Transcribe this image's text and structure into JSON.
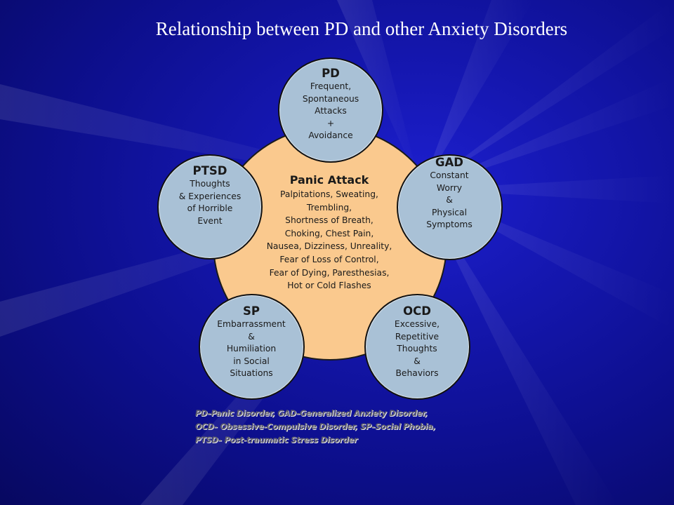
{
  "slide": {
    "title": "Relationship between PD and other Anxiety Disorders"
  },
  "diagram": {
    "center": {
      "heading": "Panic Attack",
      "lines": [
        "Palpitations, Sweating,",
        "Trembling,",
        "Shortness of Breath,",
        "Choking, Chest Pain,",
        "Nausea, Dizziness, Unreality,",
        "Fear of Loss of Control,",
        "Fear of Dying, Paresthesias,",
        "Hot or Cold Flashes"
      ]
    },
    "nodes": {
      "pd": {
        "heading": "PD",
        "lines": [
          "Frequent,",
          "Spontaneous",
          "Attacks",
          "+",
          "Avoidance"
        ]
      },
      "gad": {
        "heading": "GAD",
        "lines": [
          "Constant",
          "Worry",
          "&",
          "Physical",
          "Symptoms"
        ]
      },
      "ocd": {
        "heading": "OCD",
        "lines": [
          "Excessive,",
          "Repetitive",
          "Thoughts",
          "&",
          "Behaviors"
        ]
      },
      "sp": {
        "heading": "SP",
        "lines": [
          "Embarrassment",
          "&",
          "Humiliation",
          "in Social",
          "Situations"
        ]
      },
      "ptsd": {
        "heading": "PTSD",
        "lines": [
          "Thoughts",
          "& Experiences",
          "of Horrible",
          "Event"
        ]
      }
    },
    "footnote": [
      "PD–Panic Disorder, GAD–Generalized Anxiety Disorder,",
      "OCD– Obsessive-Compulsive Disorder, SP–Social Phobia,",
      "PTSD– Post-traumatic Stress Disorder"
    ]
  },
  "colors": {
    "background": "#1517b0",
    "center_fill": "#fac98e",
    "node_fill": "#a9c1d6",
    "title_text": "#ffffff"
  }
}
